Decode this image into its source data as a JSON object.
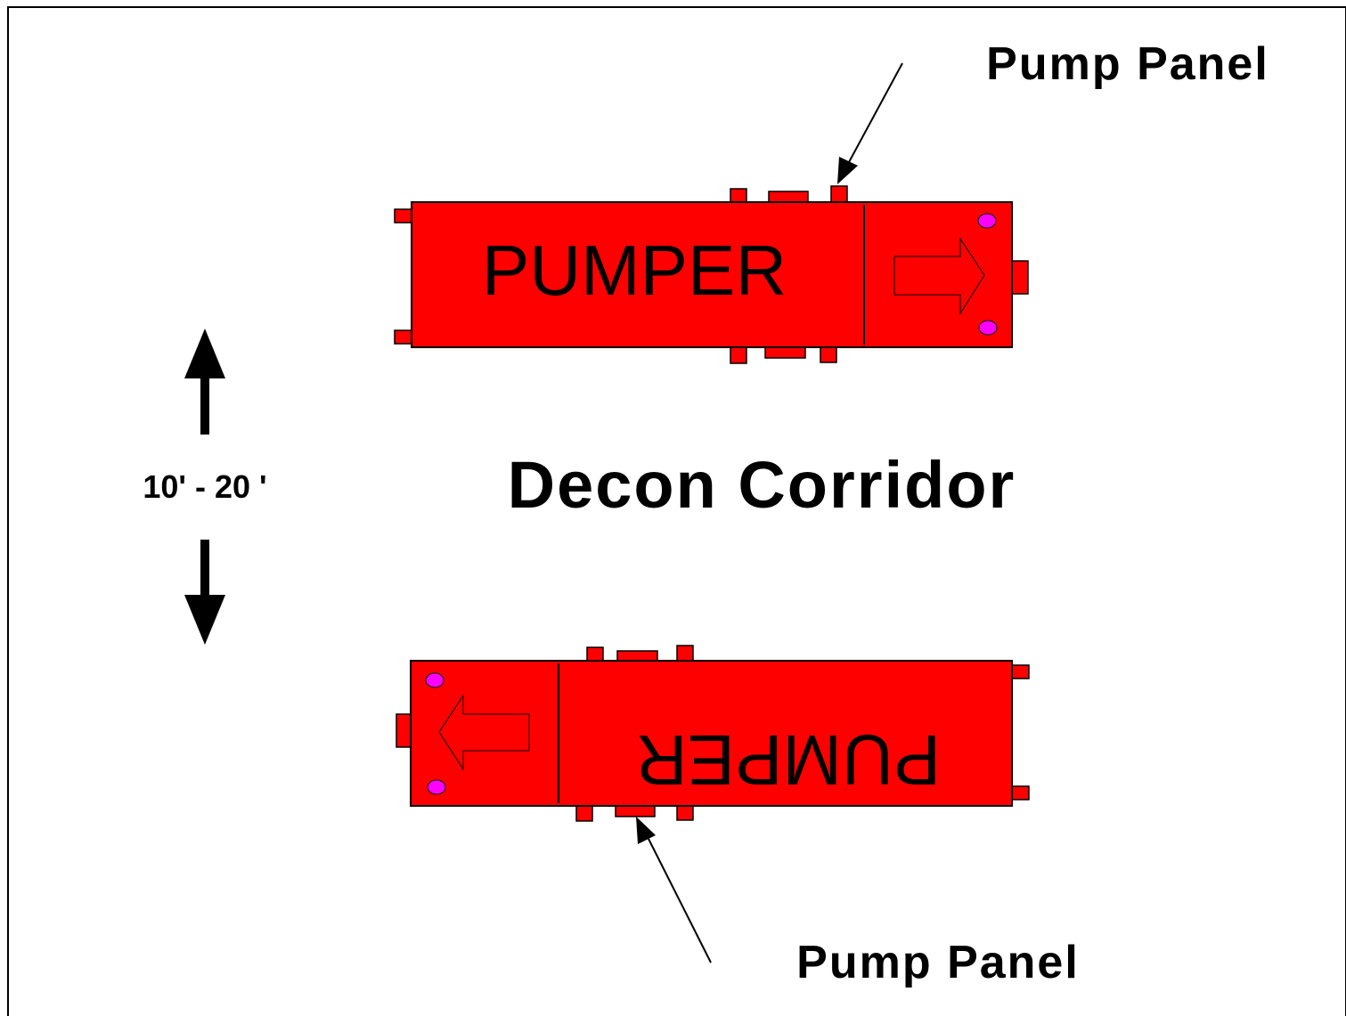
{
  "diagram": {
    "title": "Decon Corridor",
    "distance_label": "10' - 20 '",
    "callouts": {
      "top": "Pump Panel",
      "bottom": "Pump Panel"
    },
    "trucks": {
      "top": {
        "label": "PUMPER"
      },
      "bottom": {
        "label": "PUMPER"
      }
    },
    "colors": {
      "truck_fill": "#ff0000",
      "light_fill": "#ff00ff",
      "outline": "#000000",
      "background": "#ffffff"
    }
  }
}
